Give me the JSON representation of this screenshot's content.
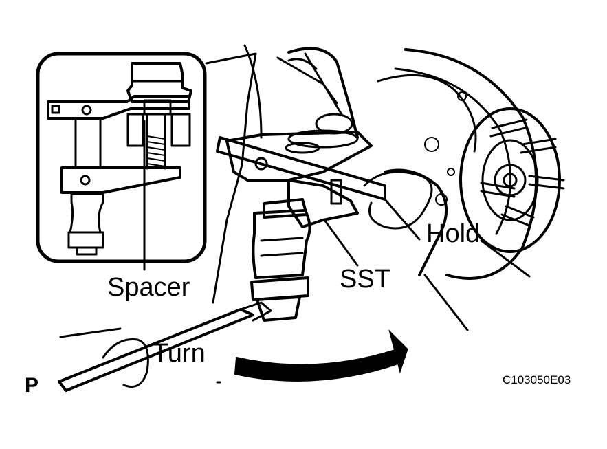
{
  "labels": {
    "spacer": "Spacer",
    "sst": "SST",
    "hold": "Hold",
    "turn": "Turn",
    "figure_code": "C103050E03",
    "corner_letter": "P"
  },
  "colors": {
    "ink": "#000000",
    "paper": "#ffffff"
  }
}
